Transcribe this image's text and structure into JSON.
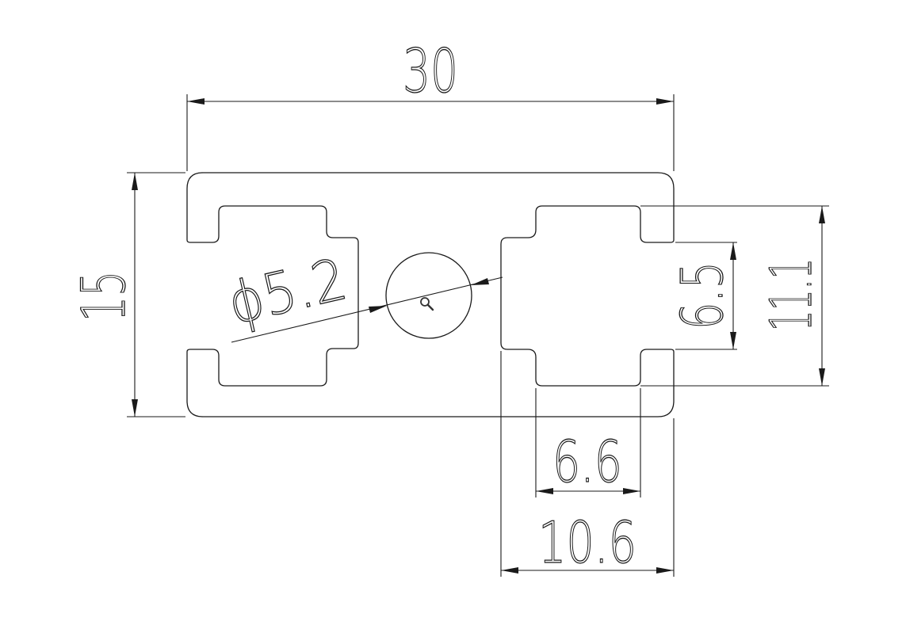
{
  "drawing": {
    "dimensions": {
      "overall_width": "30",
      "overall_height": "15",
      "hole_diameter": "ϕ5.2",
      "slot_opening": "6.5",
      "slot_depth_height": "11.1",
      "slot_inner_width": "6.6",
      "slot_outer_width": "10.6"
    },
    "icons": {
      "zoom": "magnifier-icon"
    }
  }
}
